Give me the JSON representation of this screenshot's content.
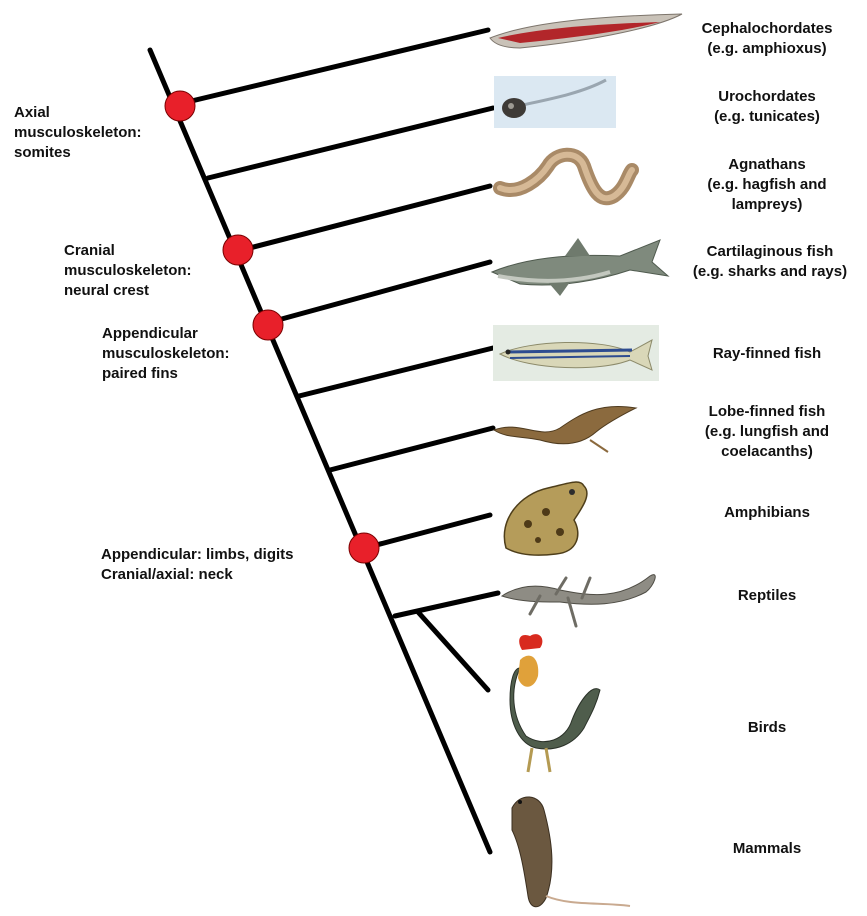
{
  "taxa": [
    {
      "id": "cephalochordates",
      "label": "Cephalochordates\n(e.g. amphioxus)",
      "image": "amphioxus"
    },
    {
      "id": "urochordates",
      "label": "Urochordates\n(e.g. tunicates)",
      "image": "tunicate-larva"
    },
    {
      "id": "agnathans",
      "label": "Agnathans\n(e.g. hagfish and\nlampreys)",
      "image": "hagfish"
    },
    {
      "id": "cartilaginous-fish",
      "label": "Cartilaginous fish\n(e.g. sharks and rays)",
      "image": "shark"
    },
    {
      "id": "ray-finned-fish",
      "label": "Ray-finned fish",
      "image": "zebrafish"
    },
    {
      "id": "lobe-finned-fish",
      "label": "Lobe-finned fish\n(e.g. lungfish and\ncoelacanths)",
      "image": "lungfish"
    },
    {
      "id": "amphibians",
      "label": "Amphibians",
      "image": "frog"
    },
    {
      "id": "reptiles",
      "label": "Reptiles",
      "image": "lizard"
    },
    {
      "id": "birds",
      "label": "Birds",
      "image": "rooster"
    },
    {
      "id": "mammals",
      "label": "Mammals",
      "image": "rat"
    }
  ],
  "events": [
    {
      "id": "axial",
      "label": "Axial\nmusculoskeleton:\nsomites"
    },
    {
      "id": "cranial",
      "label": "Cranial\nmusculoskeleton:\nneural crest"
    },
    {
      "id": "appendicular",
      "label": "Appendicular\nmusculoskeleton:\npaired fins"
    },
    {
      "id": "limbs-neck",
      "label": "Appendicular: limbs, digits\nCranial/axial: neck"
    }
  ],
  "colors": {
    "node": "#e8202a",
    "branch": "#000000",
    "text": "#111111"
  }
}
